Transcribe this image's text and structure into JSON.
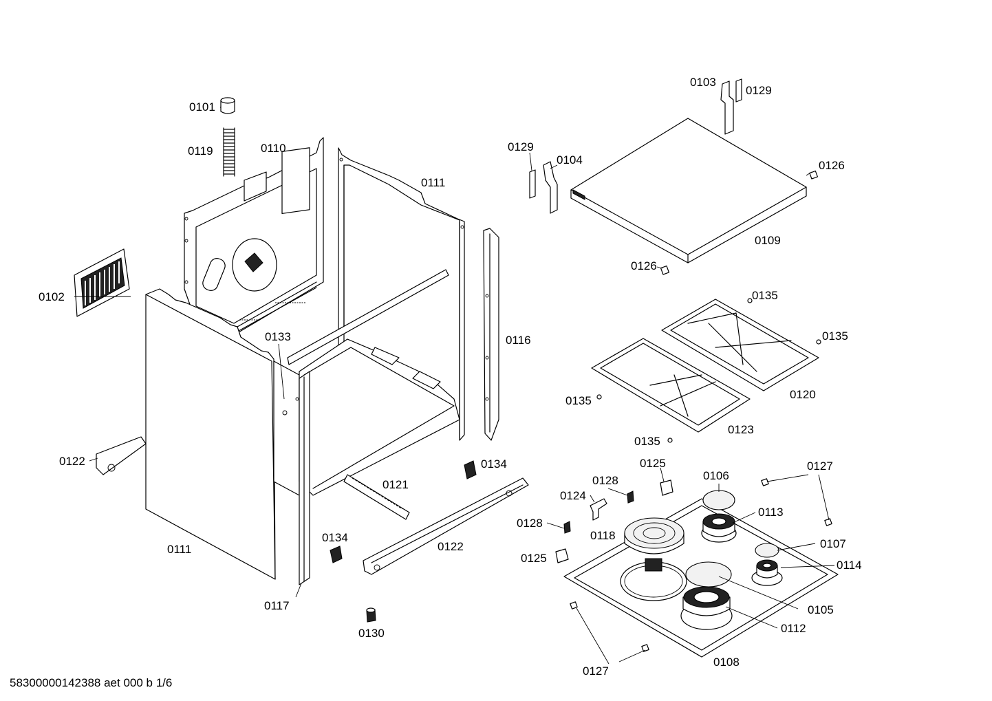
{
  "document_id": "58300000142388 aet 000 b 1/6",
  "labels": {
    "p0101": "0101",
    "p0119": "0119",
    "p0110": "0110",
    "p0111_top": "0111",
    "p0102": "0102",
    "p0133": "0133",
    "p0116": "0116",
    "p0122_left": "0122",
    "p0134_top": "0134",
    "p0121": "0121",
    "p0111_bottom": "0111",
    "p0134_bottom": "0134",
    "p0122_bottom": "0122",
    "p0117": "0117",
    "p0130": "0130",
    "p0103": "0103",
    "p0129_top": "0129",
    "p0129_left": "0129",
    "p0104": "0104",
    "p0126_right": "0126",
    "p0109": "0109",
    "p0126_left": "0126",
    "p0135_a": "0135",
    "p0135_b": "0135",
    "p0135_c": "0135",
    "p0135_d": "0135",
    "p0120": "0120",
    "p0123": "0123",
    "p0125_top": "0125",
    "p0128_top": "0128",
    "p0124": "0124",
    "p0106": "0106",
    "p0127_top": "0127",
    "p0113": "0113",
    "p0128_left": "0128",
    "p0118": "0118",
    "p0107": "0107",
    "p0125_left": "0125",
    "p0114": "0114",
    "p0105": "0105",
    "p0112": "0112",
    "p0127_bottom": "0127",
    "p0108": "0108"
  }
}
